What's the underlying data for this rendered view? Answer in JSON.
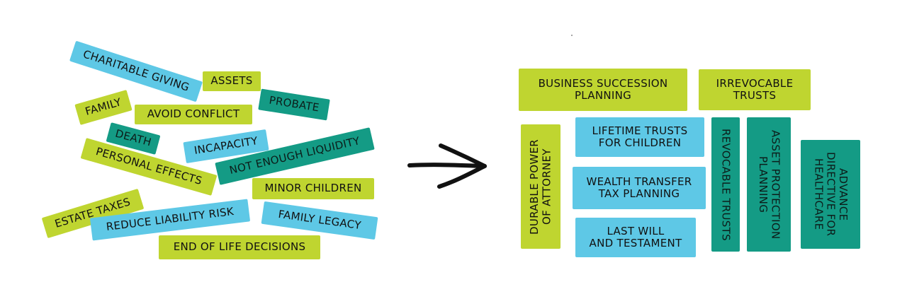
{
  "colors": {
    "lime": "#bfd530",
    "blue": "#5ec8e6",
    "teal": "#149b85"
  },
  "left_tags": {
    "charitable_giving": "CHARITABLE GIVING",
    "assets": "ASSETS",
    "family": "FAMILY",
    "probate": "PROBATE",
    "avoid_conflict": "AVOID CONFLICT",
    "death": "DEATH",
    "incapacity": "INCAPACITY",
    "personal_effects": "PERSONAL EFFECTS",
    "not_enough_liquidity": "NOT ENOUGH LIQUIDITY",
    "minor_children": "MINOR CHILDREN",
    "estate_taxes": "ESTATE TAXES",
    "reduce_liability_risk": "REDUCE LIABILITY RISK",
    "family_legacy": "FAMILY LEGACY",
    "end_of_life_decisions": "END OF LIFE DECISIONS"
  },
  "arrow_icon": "right-arrow-icon",
  "right_tags": {
    "business_succession_line1": "BUSINESS SUCCESSION",
    "business_succession_line2": "PLANNING",
    "irrevocable_line1": "IRREVOCABLE",
    "irrevocable_line2": "TRUSTS",
    "durable_poa_line1": "DURABLE POWER",
    "durable_poa_line2": "OF ATTORNEY",
    "lifetime_trusts_line1": "LIFETIME TRUSTS",
    "lifetime_trusts_line2": "FOR CHILDREN",
    "wealth_transfer_line1": "WEALTH TRANSFER",
    "wealth_transfer_line2": "TAX PLANNING",
    "last_will_line1": "LAST WILL",
    "last_will_line2": "AND TESTAMENT",
    "revocable_trusts": "REVOCABLE TRUSTS",
    "asset_protection_line1": "ASSET PROTECTION",
    "asset_protection_line2": "PLANNING",
    "advance_directive_line1": "ADVANCE",
    "advance_directive_line2": "DIRECTIVE FOR",
    "advance_directive_line3": "HEALTHCARE"
  }
}
